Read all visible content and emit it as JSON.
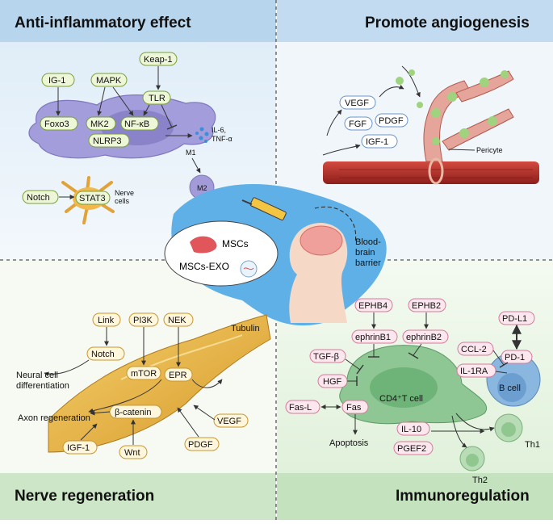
{
  "quadrants": {
    "anti_inflammatory": {
      "title": "Anti-inflammatory effect",
      "nodes": [
        "IG-1",
        "MAPK",
        "Keap-1",
        "TLR",
        "Foxo3",
        "MK2",
        "NF-κB",
        "NLRP3"
      ],
      "cytokines": [
        "IL-6,",
        "TNF-α"
      ],
      "m1": "M1",
      "m2": "M2",
      "notch": "Notch",
      "stat3": "STAT3",
      "nerve_cells": [
        "Nerve",
        "cells"
      ]
    },
    "angiogenesis": {
      "title": "Promote angiogenesis",
      "factors": [
        "VEGF",
        "FGF",
        "PDGF",
        "IGF-1"
      ],
      "pericyte": "Pericyte"
    },
    "nerve_regeneration": {
      "title": "Nerve regeneration",
      "nodes": [
        "Link",
        "PI3K",
        "NEK",
        "Notch",
        "mTOR",
        "EPR",
        "β-catenin",
        "IGF-1",
        "Wnt",
        "PDGF",
        "VEGF"
      ],
      "tubulin": "Tubulin",
      "neural_diff": [
        "Neural cell",
        "differentiation"
      ],
      "axon_regen": "Axon regeneration"
    },
    "immunoregulation": {
      "title": "Immunoregulation",
      "nodes": [
        "EPHB4",
        "EPHB2",
        "ephrinB1",
        "ephrinB2",
        "TGF-β",
        "HGF",
        "Fas-L",
        "Fas",
        "IL-10",
        "PGEF2",
        "PD-L1",
        "CCL-2",
        "PD-1",
        "IL-1RA"
      ],
      "cd4": "CD4⁺T cell",
      "b_cell": "B cell",
      "apoptosis": "Apoptosis",
      "th1": "Th1",
      "th2": "Th2"
    }
  },
  "center": {
    "mscs": "MSCs",
    "mscs_exo": "MSCs-EXO",
    "bbb": [
      "Blood-",
      "brain",
      "barrier"
    ]
  },
  "colors": {
    "title_band_top": "#bcd7ee",
    "title_band_bottom": "#c9e4c5",
    "center_blue": "#5fb0e6",
    "macrophage": "#9e98d8",
    "nerve": "#e8b84a",
    "vessel": "#b8302c",
    "tcell": "#93c79a",
    "bcell": "#8ab7df"
  }
}
